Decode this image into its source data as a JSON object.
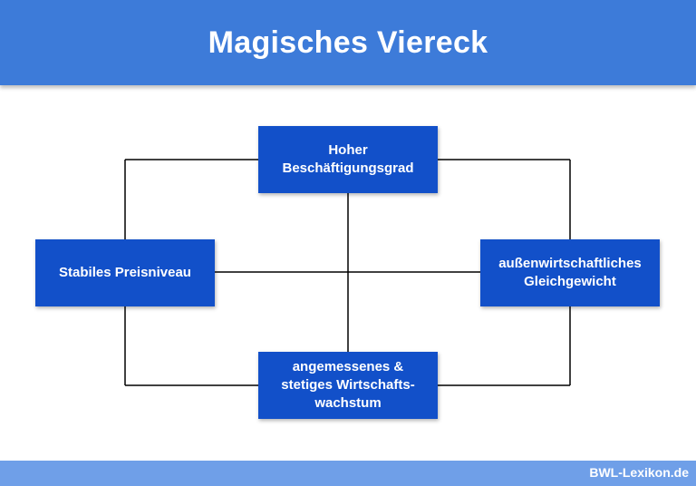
{
  "header": {
    "title": "Magisches Viereck"
  },
  "diagram": {
    "nodes": {
      "top": "Hoher\nBeschäftigungsgrad",
      "left": "Stabiles Preisniveau",
      "right": "außenwirtschaftliches\nGleichgewicht",
      "bottom": "angemessenes &\nstetiges Wirtschafts-\nwachstum"
    },
    "colors": {
      "header": "#3d7bd9",
      "node": "#1250c9",
      "footer": "#6f9fe8",
      "line": "#000000"
    }
  },
  "footer": {
    "brand": "BWL-Lexikon.de"
  }
}
